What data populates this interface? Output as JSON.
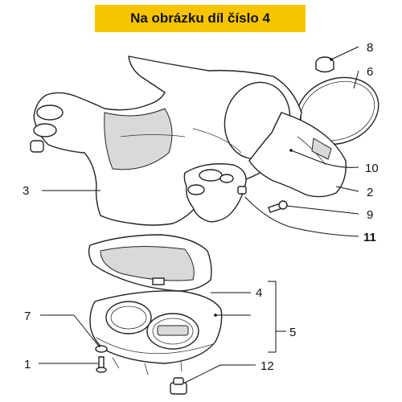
{
  "banner": {
    "text": "Na obrázku díl číslo 4",
    "background": "#f7c500"
  },
  "callouts": {
    "c1": "1",
    "c2": "2",
    "c3": "3",
    "c4": "4",
    "c5": "5",
    "c6": "6",
    "c7": "7",
    "c8": "8",
    "c9": "9",
    "c10": "10",
    "c11": "11",
    "c12": "12"
  }
}
